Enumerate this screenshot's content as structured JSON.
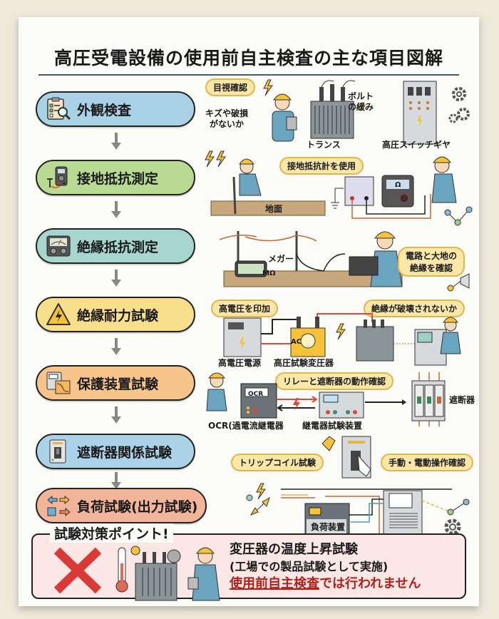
{
  "title": "高圧受電設備の使用前自主検査の主な項目図解",
  "colors": {
    "background": "#efe9dc",
    "card": "#fbfbf8",
    "bubble_fill": "#fbe7a8",
    "bubble_border": "#e2b64c",
    "warning_red": "#b3201a",
    "cross_red": "#d93a35"
  },
  "steps": [
    {
      "label": "外観検査",
      "icon": "clipboard-magnifier-icon",
      "color": "#a9d2e6"
    },
    {
      "label": "接地抵抗測定",
      "icon": "earth-tester-icon",
      "color": "#b9da93"
    },
    {
      "label": "絶縁抵抗測定",
      "icon": "megger-meter-icon",
      "color": "#a7d6cf"
    },
    {
      "label": "絶縁耐力試験",
      "icon": "high-voltage-warning-icon",
      "color": "#f8df8b"
    },
    {
      "label": "保護装置試験",
      "icon": "relay-graph-icon",
      "color": "#f7c48c"
    },
    {
      "label": "遮断器関係試験",
      "icon": "breaker-switch-icon",
      "color": "#acd2e8"
    },
    {
      "label": "負荷試験(出力試験)",
      "icon": "exchange-arrows-icon",
      "color": "#f3b599"
    }
  ],
  "panels": {
    "visual": {
      "bubble": "目視確認",
      "check": "キズや破損\nがないか",
      "bolt": "ボルト\nの緩み",
      "transformer": "トランス",
      "switchgear": "高圧スイッチギヤ"
    },
    "earth": {
      "bubble": "接地抵抗計を使用",
      "ground": "地面",
      "meter_unit": "Ω"
    },
    "insulation": {
      "megger": "メガー",
      "meter_unit": "MΩ",
      "bubble": "電路と大地の\n絶縁を確認"
    },
    "withstand": {
      "bubble_left": "高電圧を印加",
      "bubble_right": "絶縁が破壊されないか",
      "source": "高電圧電源",
      "test_transformer": "高圧試験変圧器",
      "ac": "AC"
    },
    "protection": {
      "bubble": "リレーと遮断器の動作確認",
      "ocr_label": "OCR",
      "ocr": "OCR(過電流継電器",
      "relay_tester": "継電器試験装置",
      "breaker": "遮断器"
    },
    "breaker": {
      "bubble_left": "トリップコイル試験",
      "bubble_right": "手動・電動操作確認"
    },
    "load": {
      "device": "負荷装置"
    }
  },
  "note": {
    "title": "試験対策ポイント!",
    "main": "変圧器の温度上昇試験",
    "sub": "(工場での製品試験として実施)",
    "warn_underlined": "使用前自主検査",
    "warn_rest": "では行われません"
  }
}
